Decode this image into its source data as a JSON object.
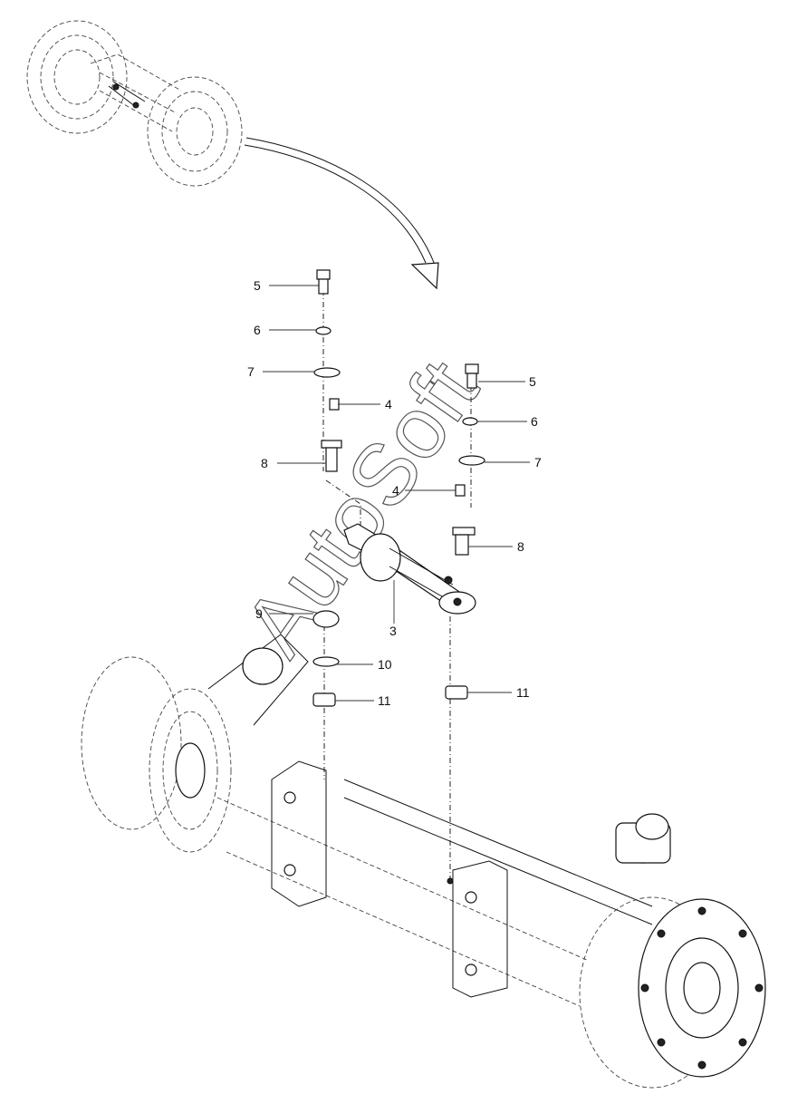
{
  "diagram": {
    "watermark": "AutoSoft",
    "callouts": {
      "left_bolt": "5",
      "left_lock_washer": "6",
      "left_flat_washer": "7",
      "left_grease_fitting": "4",
      "left_pin": "8",
      "right_bolt": "5",
      "right_lock_washer": "6",
      "right_flat_washer": "7",
      "right_grease_fitting": "4",
      "right_pin": "8",
      "cylinder": "3",
      "ball_joint": "9",
      "snap_ring": "10",
      "left_bushing": "11",
      "right_bushing": "11"
    }
  }
}
